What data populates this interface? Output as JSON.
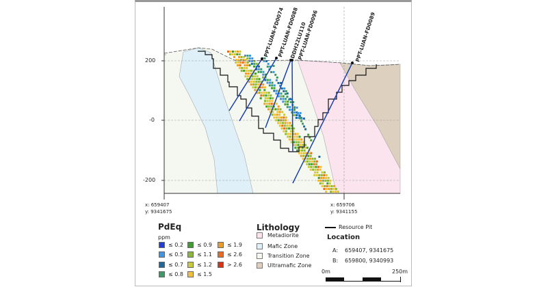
{
  "section": {
    "y_axis_ticks": [
      "200",
      "-0",
      "-200"
    ],
    "x_axis_labels": [
      {
        "x": "x: 659407",
        "y": "y: 9341675"
      },
      {
        "x": "x: 659706",
        "y": "y: 9341155"
      }
    ],
    "drillholes": [
      "PPT-LUAN-FD0074",
      "PPT-LUAN-FD0088",
      "DDH22LU110",
      "PPT-LUAN-FD0096",
      "PPT-LUAN-FD0089"
    ],
    "drillhole_color": "#1a3fb0"
  },
  "legend": {
    "pdeq": {
      "title": "PdEq",
      "unit": "ppm",
      "items": [
        {
          "label": "≤ 0.2",
          "color": "#1f3fe0"
        },
        {
          "label": "≤ 0.5",
          "color": "#3d95e8"
        },
        {
          "label": "≤ 0.7",
          "color": "#1a6aa0"
        },
        {
          "label": "≤ 0.8",
          "color": "#3a9a68"
        },
        {
          "label": "≤ 0.9",
          "color": "#3aa02a"
        },
        {
          "label": "≤ 1.1",
          "color": "#8ab830"
        },
        {
          "label": "≤ 1.2",
          "color": "#c8cc30"
        },
        {
          "label": "≤ 1.5",
          "color": "#f2c030"
        },
        {
          "label": "≤ 1.9",
          "color": "#f29a20"
        },
        {
          "label": "≤ 2.6",
          "color": "#ee6a18"
        },
        {
          "label": "> 2.6",
          "color": "#e03010"
        }
      ]
    },
    "lithology": {
      "title": "Lithology",
      "items": [
        {
          "label": "Metadiorite",
          "color": "#fbe4ee"
        },
        {
          "label": "Mafic Zone",
          "color": "#dff0f9"
        },
        {
          "label": "Transition Zone",
          "color": "#f5f7f1"
        },
        {
          "label": "Ultramafic Zone",
          "color": "#ddd0be"
        }
      ]
    },
    "resource_pit": "Resource Pit",
    "location": {
      "title": "Location",
      "a_label": "A:",
      "a": "659407, 9341675",
      "b_label": "B:",
      "b": "659800, 9340993"
    },
    "scale": {
      "start": "0m",
      "end": "250m"
    }
  }
}
